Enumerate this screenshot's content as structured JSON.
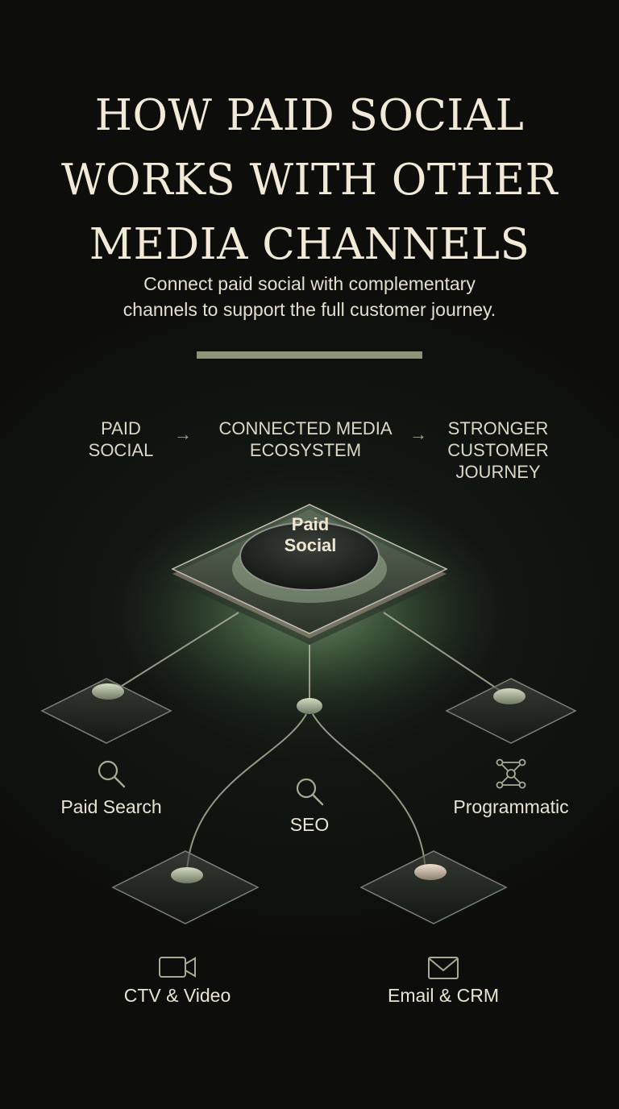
{
  "title": {
    "line1": "HOW PAID SOCIAL",
    "line2": "WORKS WITH OTHER",
    "line3": "MEDIA CHANNELS"
  },
  "subtitle": {
    "line1": "Connect paid social with complementary",
    "line2": "channels to support the full customer journey."
  },
  "flow": {
    "step1": {
      "line1": "PAID",
      "line2": "SOCIAL"
    },
    "arrow": "→",
    "step2": {
      "line1": "CONNECTED MEDIA",
      "line2": "ECOSYSTEM"
    },
    "step3": {
      "line1": "STRONGER",
      "line2": "CUSTOMER",
      "line3": "JOURNEY"
    }
  },
  "hub": {
    "line1": "Paid",
    "line2": "Social"
  },
  "channels": {
    "paid_search": {
      "label": "Paid Search",
      "icon": "search-icon"
    },
    "seo": {
      "label": "SEO",
      "icon": "search-icon"
    },
    "programmatic": {
      "label": "Programmatic",
      "icon": "network-icon"
    },
    "ctv_video": {
      "label": "CTV & Video",
      "icon": "video-camera-icon"
    },
    "email_crm": {
      "label": "Email & CRM",
      "icon": "envelope-icon"
    }
  },
  "colors": {
    "background": "#0d0e0c",
    "accent_green": "#a9d8a0",
    "divider": "#8b957a",
    "text": "#f0ead6"
  }
}
